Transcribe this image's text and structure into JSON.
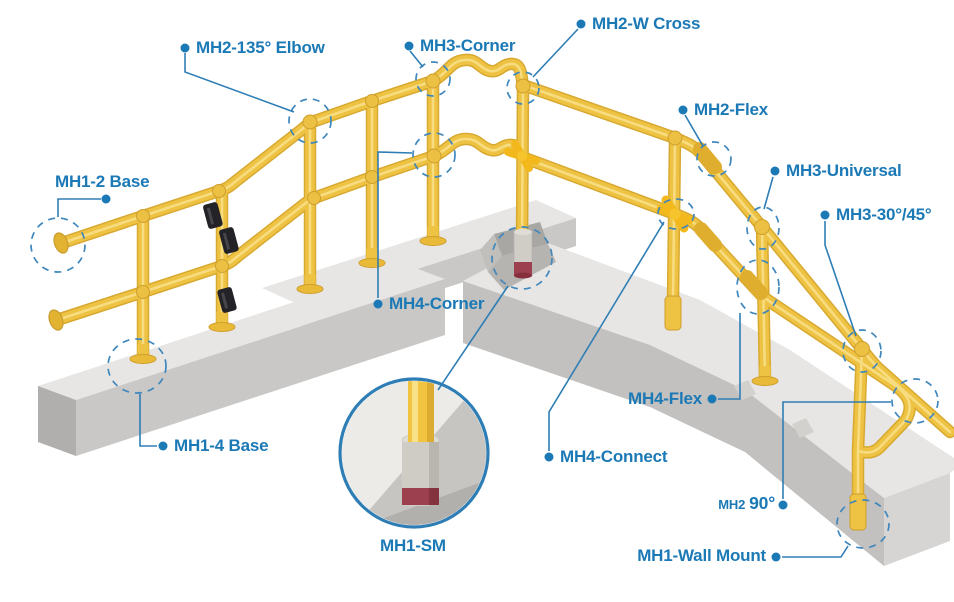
{
  "diagram_type": "product-callout-diagram",
  "subject": "modular safety handrail system on concrete curbs",
  "colors": {
    "background": "#ffffff",
    "label_text": "#1b79b6",
    "leader_line": "#2e7eb5",
    "dashed_circle": "#3f87bc",
    "callout_dot": "#1b79b6",
    "pipe_yellow": "#eec242",
    "pipe_shadow": "#d8a930",
    "pipe_highlight": "#f8e18c",
    "fitting_bright": "#f3b91c",
    "concrete_top": "#e7e6e4",
    "concrete_front": "#c9c8c6",
    "concrete_side": "#b0afad",
    "socket_sleeve_gray": "#cfccc6",
    "socket_band_red": "#9c4050",
    "clamp_black": "#232327",
    "magnifier_ring": "#2e7eb5"
  },
  "callouts": {
    "mh2_135_elbow": "MH2-135° Elbow",
    "mh3_corner": "MH3-Corner",
    "mh2_w_cross": "MH2-W Cross",
    "mh2_flex": "MH2-Flex",
    "mh3_universal": "MH3-Universal",
    "mh3_30_45": "MH3-30°/45°",
    "mh1_2_base": "MH1-2 Base",
    "mh4_corner": "MH4-Corner",
    "mh1_4_base": "MH1-4 Base",
    "mh1_sm": "MH1-SM",
    "mh4_connect": "MH4-Connect",
    "mh4_flex": "MH4-Flex",
    "mh2_90": {
      "prefix": "MH2",
      "suffix": "90°"
    },
    "mh1_wall_mount": "MH1-Wall Mount"
  }
}
